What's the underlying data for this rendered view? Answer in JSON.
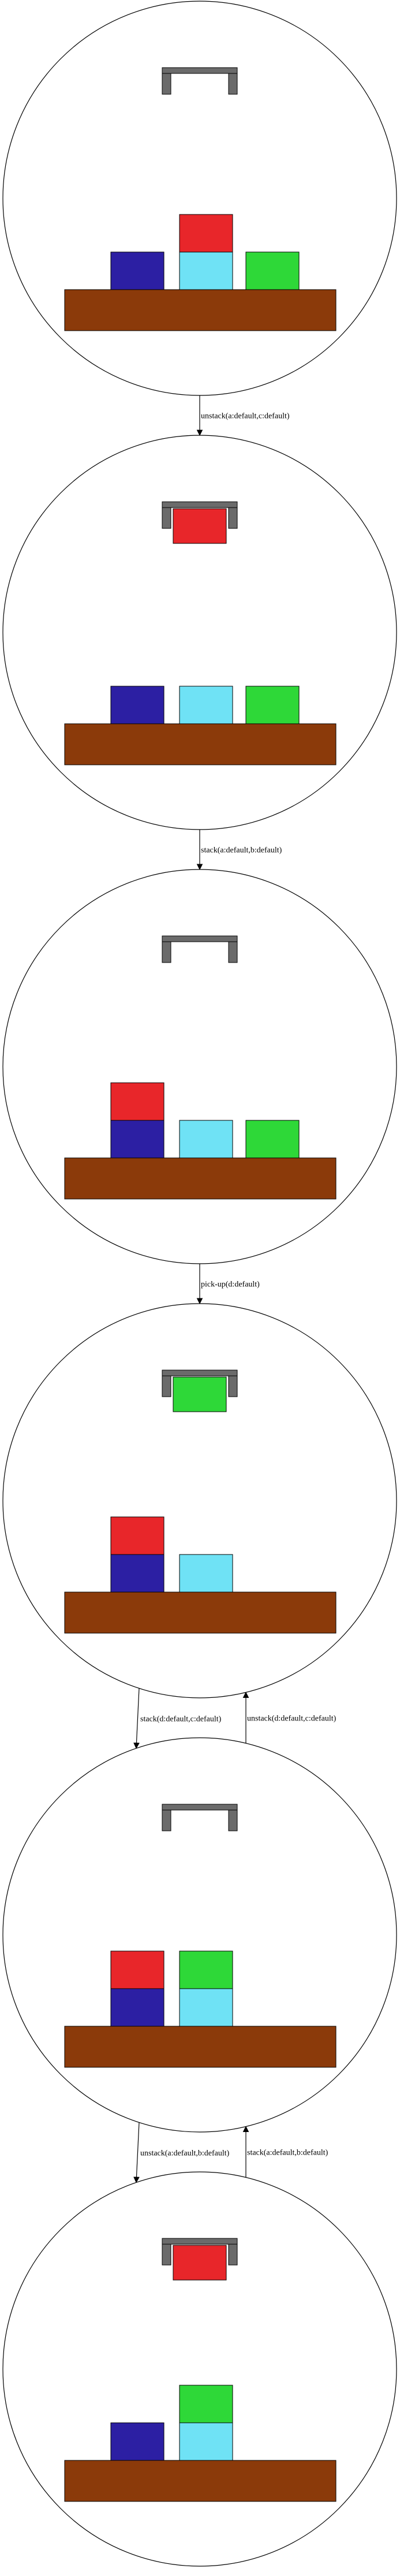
{
  "colors": {
    "table": "#8B3A0A",
    "gripper": "#6b6b6b",
    "outline": "#000000",
    "background": "#ffffff"
  },
  "block_colors": {
    "a": "#e8262a",
    "b": "#2c1fa3",
    "c": "#6fe2f5",
    "d": "#2ed838"
  },
  "states": [
    {
      "id": "s0",
      "held": null,
      "stacks": [
        [
          "b"
        ],
        [
          "c",
          "a"
        ],
        [
          "d"
        ]
      ]
    },
    {
      "id": "s1",
      "held": "a",
      "stacks": [
        [
          "b"
        ],
        [
          "c"
        ],
        [
          "d"
        ]
      ]
    },
    {
      "id": "s2",
      "held": null,
      "stacks": [
        [
          "b",
          "a"
        ],
        [
          "c"
        ],
        [
          "d"
        ]
      ]
    },
    {
      "id": "s3",
      "held": "d",
      "stacks": [
        [
          "b",
          "a"
        ],
        [
          "c"
        ],
        []
      ]
    },
    {
      "id": "s4",
      "held": null,
      "stacks": [
        [
          "b",
          "a"
        ],
        [
          "c",
          "d"
        ],
        []
      ]
    },
    {
      "id": "s5",
      "held": "a",
      "stacks": [
        [
          "b"
        ],
        [
          "c",
          "d"
        ],
        []
      ]
    }
  ],
  "edges": [
    {
      "id": "e0",
      "from": "s0",
      "to": "s1",
      "label": "unstack(a:default,c:default)"
    },
    {
      "id": "e1",
      "from": "s1",
      "to": "s2",
      "label": "stack(a:default,b:default)"
    },
    {
      "id": "e2",
      "from": "s2",
      "to": "s3",
      "label": "pick-up(d:default)"
    },
    {
      "id": "e3",
      "from": "s3",
      "to": "s4",
      "label": "stack(d:default,c:default)"
    },
    {
      "id": "e4",
      "from": "s4",
      "to": "s3",
      "label": "unstack(d:default,c:default)"
    },
    {
      "id": "e5",
      "from": "s4",
      "to": "s5",
      "label": "unstack(a:default,b:default)"
    },
    {
      "id": "e6",
      "from": "s5",
      "to": "s4",
      "label": "stack(a:default,b:default)"
    }
  ]
}
